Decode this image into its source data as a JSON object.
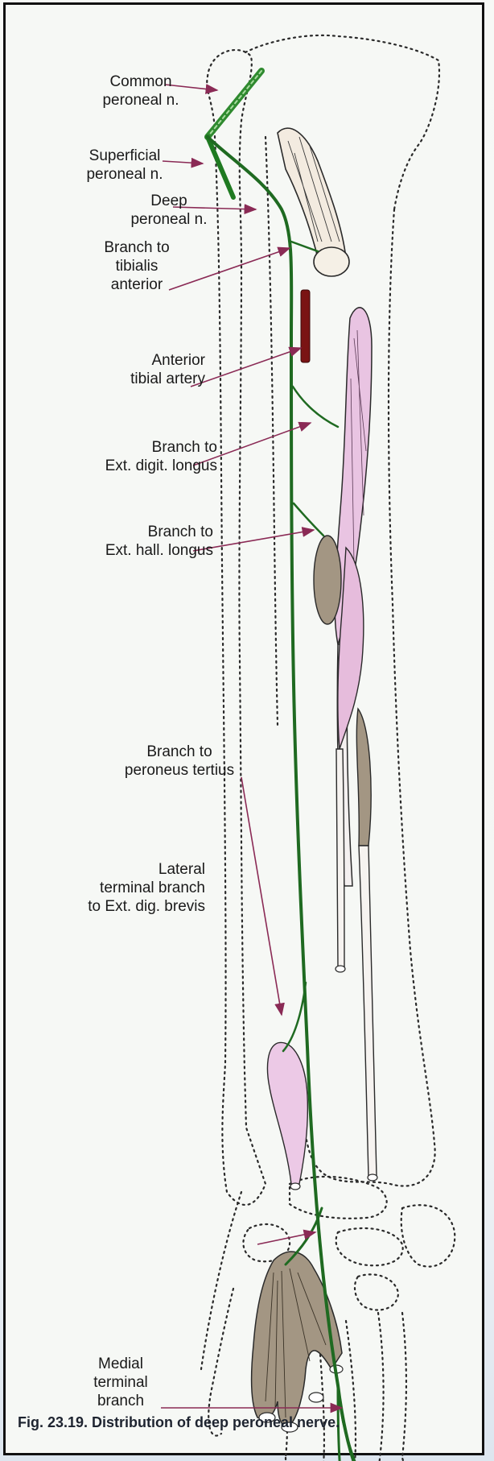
{
  "labels": {
    "common_peroneal": "Common\nperoneal  n.",
    "superficial_peroneal": "Superficial\nperoneal n.",
    "deep_peroneal": "Deep\nperoneal n.",
    "branch_tibialis": "Branch to\ntibialis\nanterior",
    "anterior_tibial_artery": "Anterior\ntibial artery",
    "branch_edl": "Branch to\nExt. digit. longus",
    "branch_ehl": "Branch to\nExt. hall. longus",
    "branch_peroneus_tertius": "Branch to\nperoneus tertius",
    "lateral_terminal": "Lateral\nterminal branch\nto Ext. dig. brevis",
    "medial_terminal": "Medial\nterminal\nbranch"
  },
  "caption": "Fig. 23.19. Distribution of deep peroneal nerve.",
  "colors": {
    "nerve": "#1f6a21",
    "nerve_light": "#2f8a2f",
    "pointer": "#8a2a55",
    "artery": "#7a1414",
    "muscle_pink": "#e9c4e2",
    "muscle_brown": "#a39683",
    "bone_outline": "#2a2a2a"
  }
}
